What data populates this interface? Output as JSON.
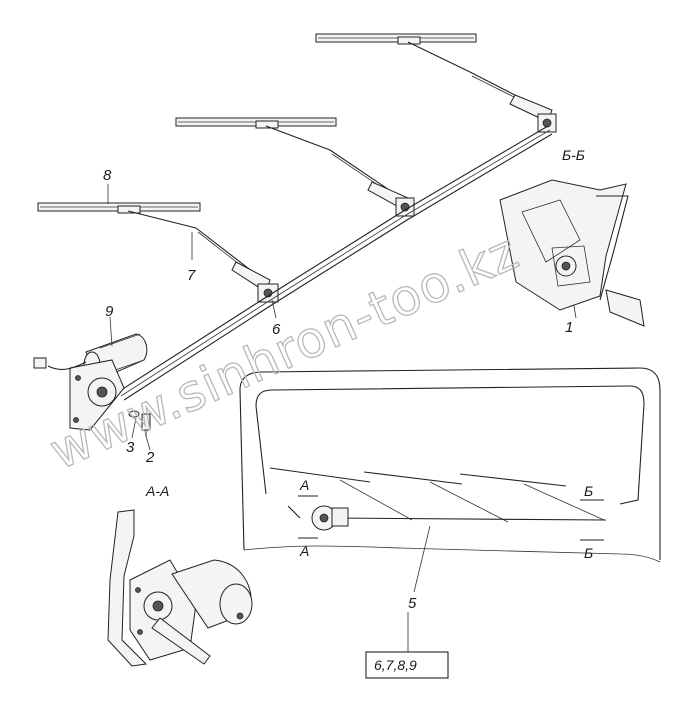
{
  "callouts": {
    "c1": "1",
    "c2": "2",
    "c3": "3",
    "c5": "5",
    "c6": "6",
    "c7": "7",
    "c8": "8",
    "c9": "9"
  },
  "sections": {
    "bb_title": "Б-Б",
    "aa_title": "А-А",
    "a_top": "А",
    "a_bottom": "А",
    "b_top": "Б",
    "b_bottom": "Б"
  },
  "reference_box": "6,7,8,9",
  "watermark": "www.sinhron-too.kz"
}
